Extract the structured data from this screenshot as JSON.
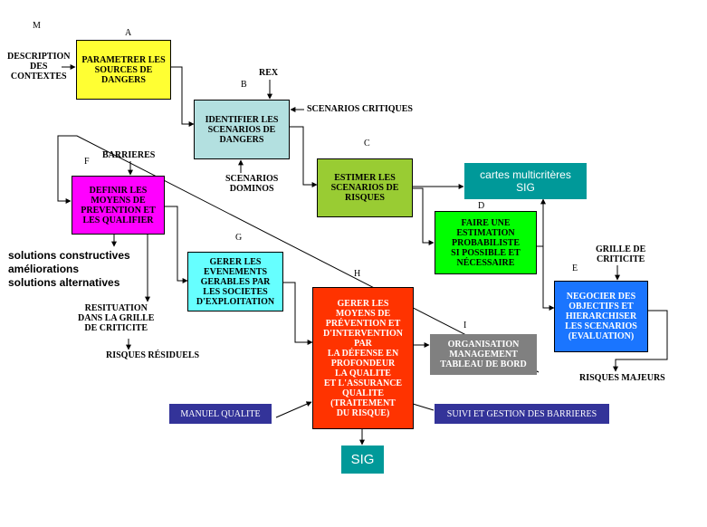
{
  "letters": {
    "m": "M",
    "a": "A",
    "b": "B",
    "c": "C",
    "d": "D",
    "e": "E",
    "f": "F",
    "g": "G",
    "h": "H",
    "i": "I"
  },
  "boxes": {
    "a": "PARAMETRER LES\nSOURCES DE\nDANGERS",
    "b": "IDENTIFIER LES\nSCENARIOS DE\nDANGERS",
    "c": "ESTIMER LES\nSCENARIOS DE\nRISQUES",
    "cartes": "cartes multicritères\nSIG",
    "d": "FAIRE UNE\nESTIMATION\nPROBABILISTE\nSI POSSIBLE ET\nNÉCESSAIRE",
    "e": "NEGOCIER DES\nOBJECTIFS ET\nHIERARCHISER\nLES SCENARIOS\n(EVALUATION)",
    "f": "DEFINIR LES\nMOYENS DE\nPREVENTION ET\nLES QUALIFIER",
    "g": "GERER LES\nEVENEMENTS\nGERABLES PAR\nLES SOCIETES\nD'EXPLOITATION",
    "h": "GERER LES\nMOYENS DE\nPRÉVENTION ET\nD'INTERVENTION\nPAR\nLA DÉFENSE EN\nPROFONDEUR\nLA QUALITE\nET L'ASSURANCE\nQUALITE\n(TRAITEMENT\nDU RISQUE)",
    "i": "ORGANISATION\nMANAGEMENT\nTABLEAU DE BORD",
    "sig": "SIG",
    "manuel": "MANUEL QUALITE",
    "suivi": "SUIVI ET GESTION DES BARRIERES"
  },
  "labels": {
    "description": "DESCRIPTION\nDES\nCONTEXTES",
    "rex": "REX",
    "scenarios_critiques": "SCENARIOS CRITIQUES",
    "scenarios_dominos": "SCENARIOS\nDOMINOS",
    "barrieres": "BARRIERES",
    "grille": "GRILLE DE\nCRITICITE",
    "solutions": "solutions constructives\naméliorations\nsolutions alternatives",
    "resituation": "RESITUATION\nDANS LA GRILLE\nDE CRITICITE",
    "risques_residuels": "RISQUES RÉSIDUELS",
    "risques_majeurs": "RISQUES MAJEURS"
  },
  "colors": {
    "a": "#ffff33",
    "b": "#b3e0e0",
    "c": "#99cc33",
    "cartes": "#009999",
    "d": "#00ff00",
    "e": "#1a75ff",
    "f": "#ff00ff",
    "g": "#66ffff",
    "h": "#ff3300",
    "i": "#808080",
    "sig": "#009999",
    "navy": "#333399"
  }
}
